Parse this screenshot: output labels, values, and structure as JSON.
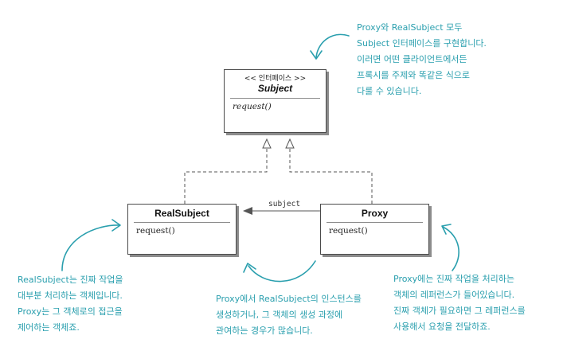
{
  "diagram": {
    "interface_box": {
      "stereotype": "<< 인터페이스 >>",
      "name": "Subject",
      "method": "request()"
    },
    "real_subject_box": {
      "name": "RealSubject",
      "method": "request()"
    },
    "proxy_box": {
      "name": "Proxy",
      "method": "request()"
    },
    "association_label": "subject",
    "notes": {
      "interface_note": [
        "Proxy와 RealSubject 모두",
        "Subject 인터페이스를 구현합니다.",
        "이러면 어떤 클라이언트에서든",
        "프록시를 주제와 똑같은 식으로",
        "다룰 수 있습니다."
      ],
      "real_subject_note": [
        "RealSubject는 진짜 작업을",
        "대부분 처리하는 객체입니다.",
        "Proxy는 그 객체로의 접근을",
        "제어하는 객체죠."
      ],
      "proxy_create_note": [
        "Proxy에서 RealSubject의 인스턴스를",
        "생성하거나, 그 객체의 생성 과정에",
        "관여하는 경우가 많습니다."
      ],
      "proxy_ref_note": [
        "Proxy에는 진짜 작업을 처리하는",
        "객체의 레퍼런스가 들어있습니다.",
        "진짜 객체가 필요하면 그 레퍼런스를",
        "사용해서 요청을 전달하죠."
      ]
    },
    "colors": {
      "annotation": "#2a9fae",
      "box_border": "#4a4a4a",
      "shadow": "#8c8c8c",
      "connector": "#555555"
    }
  }
}
